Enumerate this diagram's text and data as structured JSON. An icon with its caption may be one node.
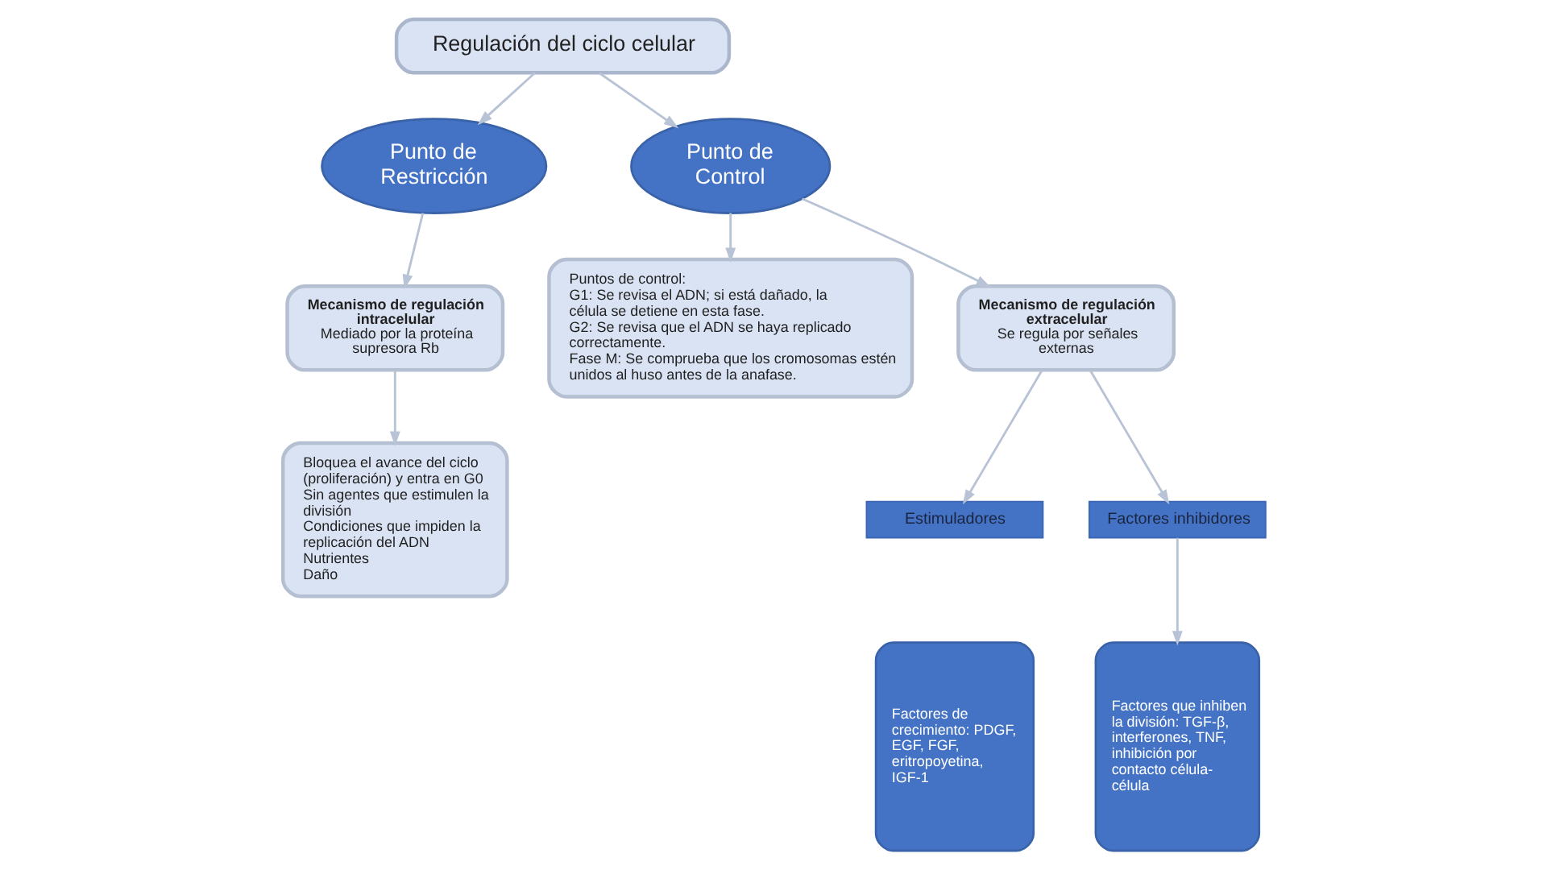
{
  "diagram": {
    "nodes": [
      {
        "text": [
          "Regulación del ciclo celular"
        ]
      },
      {
        "text": [
          "Punto de Restricción"
        ]
      },
      {
        "text": [
          "Punto de Control"
        ]
      },
      {
        "text": [
          "Mecanismo de regulación intracelular",
          "Mediado por la proteína supresora Rb"
        ]
      },
      {
        "text": [
          "Bloquea el avance del ciclo (proliferación) y entra en G0",
          "Sin agentes que estimulen la división",
          "Condiciones que impiden la replicación del ADN",
          "Nutrientes",
          "Daño"
        ]
      },
      {
        "text": [
          "Puntos de control:",
          "G1: Se revisa el ADN; si está dañado, la célula se detiene en esta fase.",
          "G2: Se revisa que el ADN se haya replicado correctamente.",
          "Fase M: Se comprueba que los cromosomas estén unidos al huso antes de la anafase."
        ]
      },
      {
        "text": [
          "Mecanismo de regulación extracelular",
          "Se regula por señales externas"
        ]
      },
      {
        "text": [
          "Estimuladores"
        ]
      },
      {
        "text": [
          "Factores inhibidores"
        ]
      },
      {
        "text": [
          "Factores de crecimiento: PDGF, EGF, FGF, eritropoyetina, IGF-1"
        ]
      },
      {
        "text": [
          "Factores que inhiben la división: TGF-β, interferones, TNF, inhibición por contacto célula-célula"
        ]
      }
    ],
    "edges": [
      {
        "from": 0,
        "to": 1,
        "arrow": "to"
      },
      {
        "from": 0,
        "to": 2,
        "arrow": "to"
      },
      {
        "from": 1,
        "to": 3,
        "arrow": "to"
      },
      {
        "from": 3,
        "to": 4,
        "arrow": "to"
      },
      {
        "from": 2,
        "to": 5,
        "arrow": "to"
      },
      {
        "from": 2,
        "to": 6,
        "arrow": "to"
      },
      {
        "from": 6,
        "to": 7,
        "arrow": "to"
      },
      {
        "from": 6,
        "to": 8,
        "arrow": "to"
      },
      {
        "from": 8,
        "to": 10,
        "arrow": "to"
      }
    ]
  }
}
